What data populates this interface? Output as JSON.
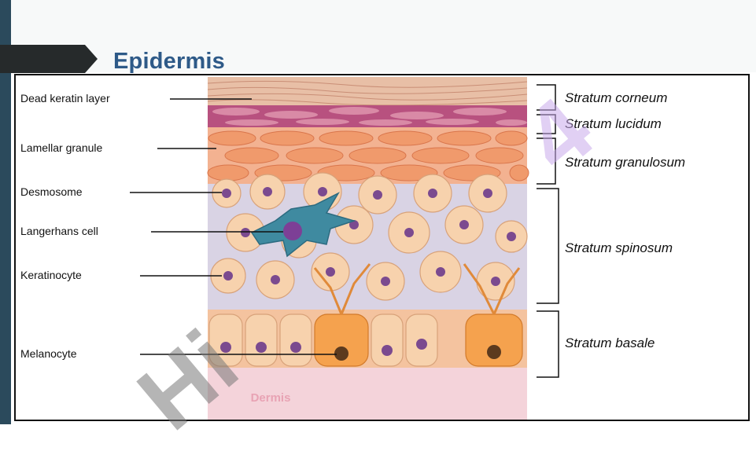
{
  "slide": {
    "title": "Epidermis"
  },
  "diagram": {
    "left_labels": [
      "Dead keratin layer",
      "Lamellar granule",
      "Desmosome",
      "Langerhans cell",
      "Keratinocyte",
      "Melanocyte"
    ],
    "layers": [
      "Stratum corneum",
      "Stratum lucidum",
      "Stratum granulosum",
      "Stratum spinosum",
      "Stratum basale"
    ],
    "dermis_label": "Dermis"
  },
  "watermark": {
    "gray_text": "Hi",
    "purple_text": "4"
  },
  "colors": {
    "title": "#2e5a88",
    "corneum": "#e7b79e",
    "lucidum": "#b34f7e",
    "granulosum": "#f0a37c",
    "spinosum": "#f6cfaa",
    "basale": "#f6a24f",
    "nucleus": "#7b4a8f",
    "langerhans": "#3f8aa0"
  }
}
